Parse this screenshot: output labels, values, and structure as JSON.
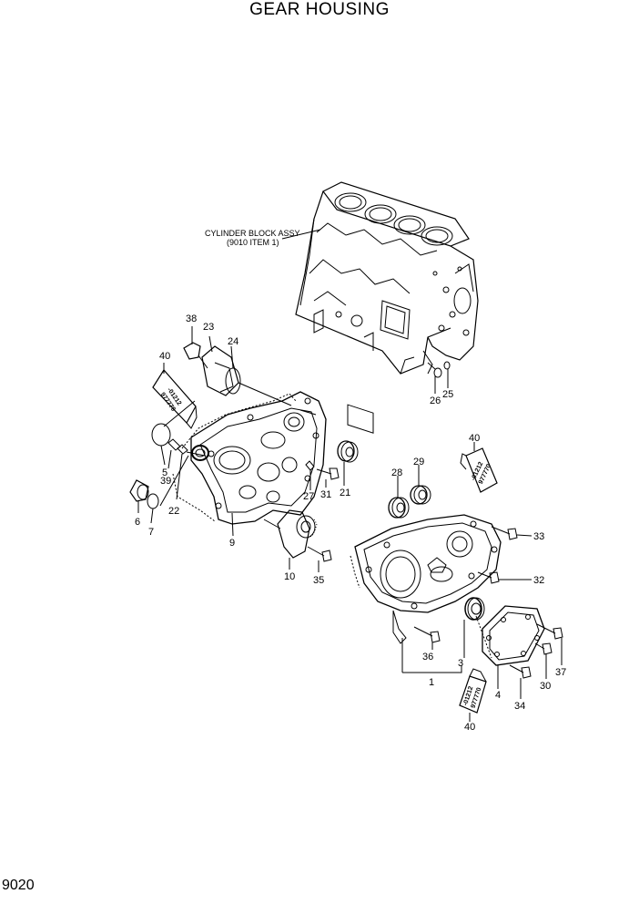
{
  "title": "GEAR HOUSING",
  "page_number": "9020",
  "cylinder_block": {
    "line1": "CYLINDER BLOCK ASSY",
    "line2": "(9010 ITEM 1)"
  },
  "sealant_tube_label": {
    "line1": "-01212",
    "line2": "977770"
  },
  "callouts": {
    "c38": "38",
    "c23": "23",
    "c24": "24",
    "c40a": "40",
    "c26": "26",
    "c25": "25",
    "c5": "5",
    "c39": "39",
    "c22": "22",
    "c6": "6",
    "c7": "7",
    "c9": "9",
    "c10": "10",
    "c35": "35",
    "c27": "27",
    "c31": "31",
    "c21": "21",
    "c40b": "40",
    "c28": "28",
    "c29": "29",
    "c33": "33",
    "c32": "32",
    "c36": "36",
    "c3": "3",
    "c1": "1",
    "c4": "4",
    "c40c": "40",
    "c34": "34",
    "c30": "30",
    "c37": "37"
  }
}
